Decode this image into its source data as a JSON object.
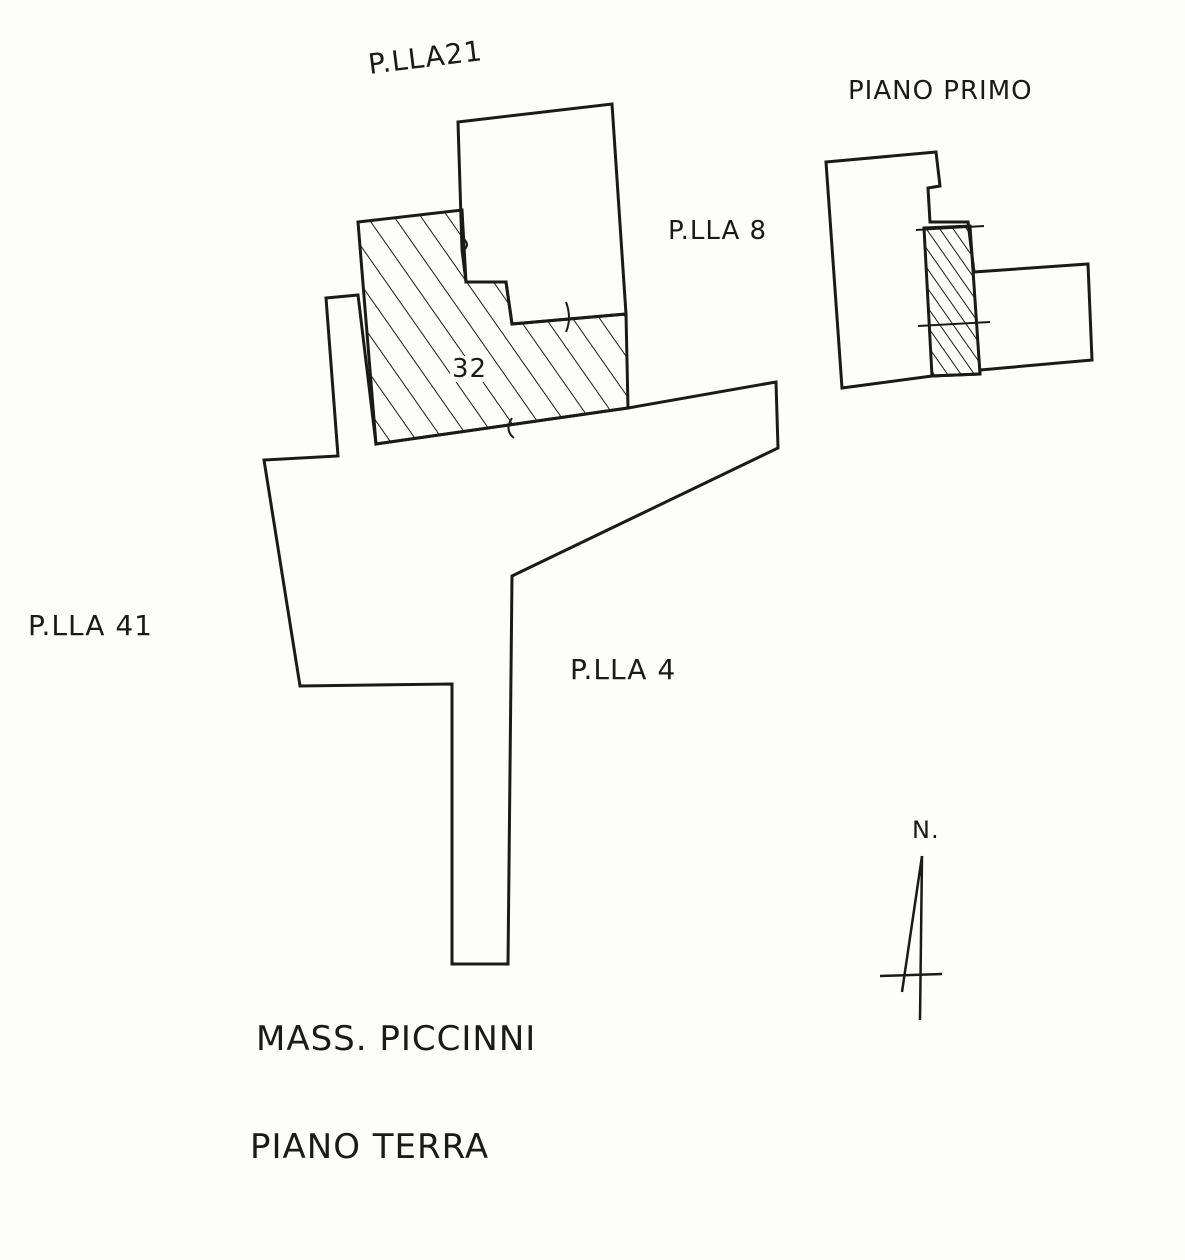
{
  "labels": {
    "plla21": "P.LLA21",
    "piano_primo": "PIANO PRIMO",
    "plla8": "P.LLA 8",
    "plla41": "P.LLA 41",
    "plla4": "P.LLA 4",
    "parcel_number": "32",
    "north": "N.",
    "mass_piccinni": "MASS. PICCINNI",
    "piano_terra": "PIANO TERRA"
  },
  "colors": {
    "ink": "#1a1a1a",
    "paper": "#fdfdfb"
  }
}
